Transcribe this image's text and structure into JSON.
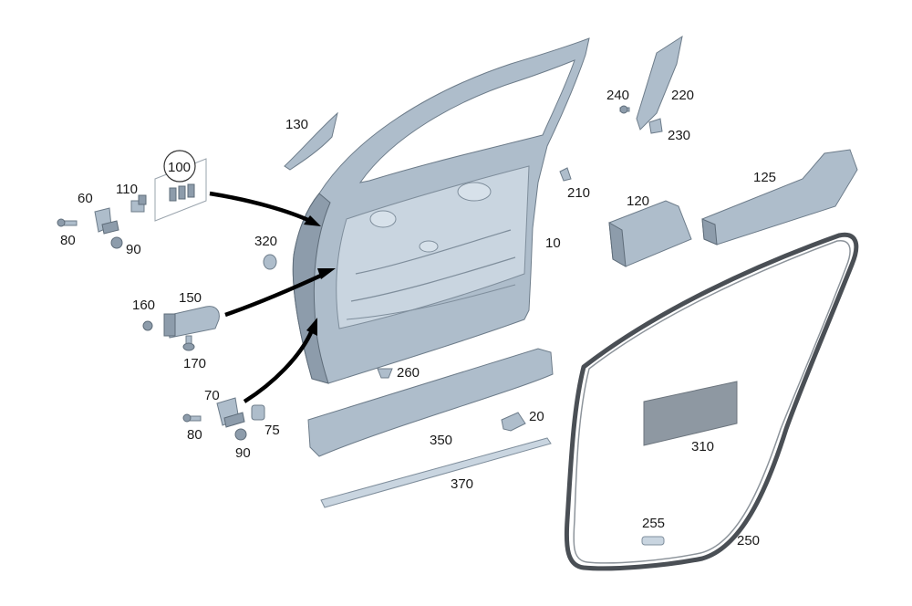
{
  "diagram": {
    "callouts": [
      {
        "id": "c10",
        "text": "10"
      },
      {
        "id": "c20",
        "text": "20"
      },
      {
        "id": "c60",
        "text": "60"
      },
      {
        "id": "c70",
        "text": "70"
      },
      {
        "id": "c75",
        "text": "75"
      },
      {
        "id": "c80a",
        "text": "80"
      },
      {
        "id": "c80b",
        "text": "80"
      },
      {
        "id": "c90a",
        "text": "90"
      },
      {
        "id": "c90b",
        "text": "90"
      },
      {
        "id": "c100",
        "text": "100"
      },
      {
        "id": "c110",
        "text": "110"
      },
      {
        "id": "c120",
        "text": "120"
      },
      {
        "id": "c125",
        "text": "125"
      },
      {
        "id": "c130",
        "text": "130"
      },
      {
        "id": "c150",
        "text": "150"
      },
      {
        "id": "c160",
        "text": "160"
      },
      {
        "id": "c170",
        "text": "170"
      },
      {
        "id": "c210",
        "text": "210"
      },
      {
        "id": "c220",
        "text": "220"
      },
      {
        "id": "c230",
        "text": "230"
      },
      {
        "id": "c240",
        "text": "240"
      },
      {
        "id": "c250",
        "text": "250"
      },
      {
        "id": "c255",
        "text": "255"
      },
      {
        "id": "c260",
        "text": "260"
      },
      {
        "id": "c310",
        "text": "310"
      },
      {
        "id": "c320",
        "text": "320"
      },
      {
        "id": "c350",
        "text": "350"
      },
      {
        "id": "c370",
        "text": "370"
      }
    ]
  }
}
